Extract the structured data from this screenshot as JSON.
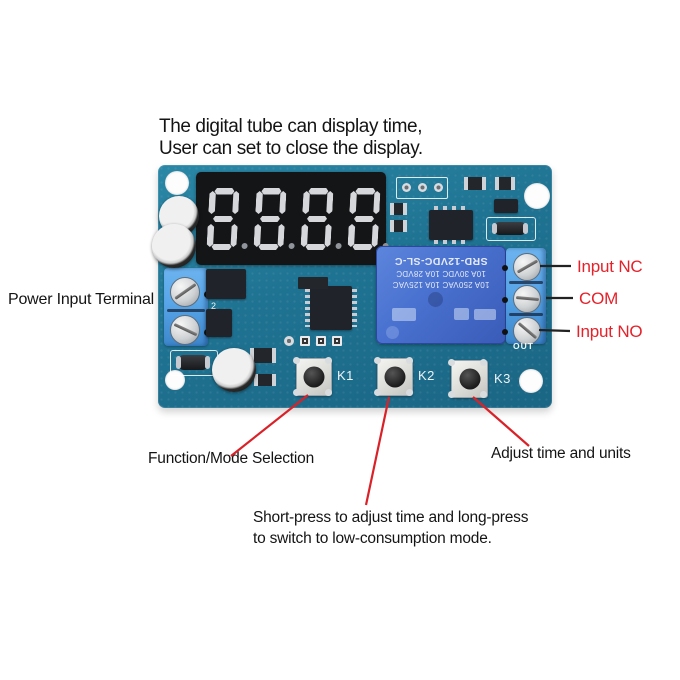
{
  "title": {
    "line1": "The digital tube can display time,",
    "line2": "User can set to close the display."
  },
  "annotations": {
    "power_input_terminal": "Power Input Terminal",
    "input_nc": "Input NC",
    "com": "COM",
    "input_no": "Input NO",
    "function_mode_selection": "Function/Mode Selection",
    "adjust_time_and_units": "Adjust time and units",
    "short_press_line1": "Short-press to adjust time and long-press",
    "short_press_line2": "to switch to low-consumption mode."
  },
  "board": {
    "display": {
      "digits": [
        "8",
        "8",
        "8",
        "8"
      ],
      "decimal_points": true
    },
    "relay": {
      "lines": [
        "SRD-12VDC-SL-C",
        "10A 30VDC 10A 28VDC",
        "10A 250VAC 10A 125VAC"
      ]
    },
    "buttons": [
      {
        "label": "K1"
      },
      {
        "label": "K2"
      },
      {
        "label": "K3"
      }
    ],
    "output_terminal_label": "OUT",
    "power_terminal_pin_label": "2"
  },
  "colors": {
    "pcb_teal": "#1f7392",
    "relay_blue": "#4a72d0",
    "terminal_blue": "#58a5e8",
    "annotation_red": "#e6212a",
    "text_black": "#141414",
    "segment_gray": "#d6d7db"
  }
}
